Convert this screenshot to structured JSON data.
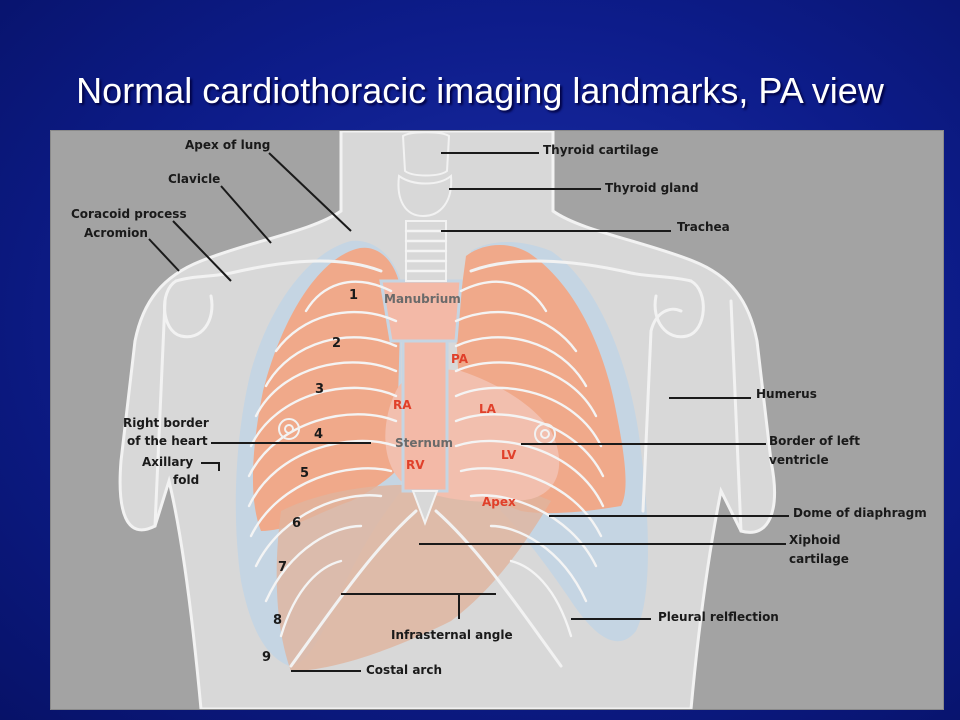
{
  "title": "Normal cardiothoracic imaging landmarks, PA view",
  "colors": {
    "background": "#0d1c8a",
    "figure_background": "#a3a3a3",
    "lung_fill": "#f0a98a",
    "pleura_fill": "#c5d5e3",
    "heart_fill": "#f2bfae",
    "label_red": "#e0402a"
  },
  "labels": {
    "apex_of_lung": "Apex of lung",
    "clavicle": "Clavicle",
    "coracoid_process": "Coracoid process",
    "acromion": "Acromion",
    "right_border_line1": "Right border",
    "right_border_line2": "of the heart",
    "axillary_fold_line1": "Axillary",
    "axillary_fold_line2": "fold",
    "thyroid_cartilage": "Thyroid cartilage",
    "thyroid_gland": "Thyroid gland",
    "trachea": "Trachea",
    "humerus": "Humerus",
    "border_lv_line1": "Border of left",
    "border_lv_line2": "ventricle",
    "dome_of_diaphragm": "Dome of diaphragm",
    "xiphoid_line1": "Xiphoid",
    "xiphoid_line2": "cartilage",
    "pleural_reflection": "Pleural relflection",
    "infrasternal_angle": "Infrasternal angle",
    "costal_arch": "Costal arch",
    "manubrium": "Manubrium",
    "sternum": "Sternum"
  },
  "chambers": {
    "pa": "PA",
    "ra": "RA",
    "la": "LA",
    "rv": "RV",
    "lv": "LV",
    "apex": "Apex"
  },
  "ribs": [
    "1",
    "2",
    "3",
    "4",
    "5",
    "6",
    "7",
    "8",
    "9"
  ]
}
